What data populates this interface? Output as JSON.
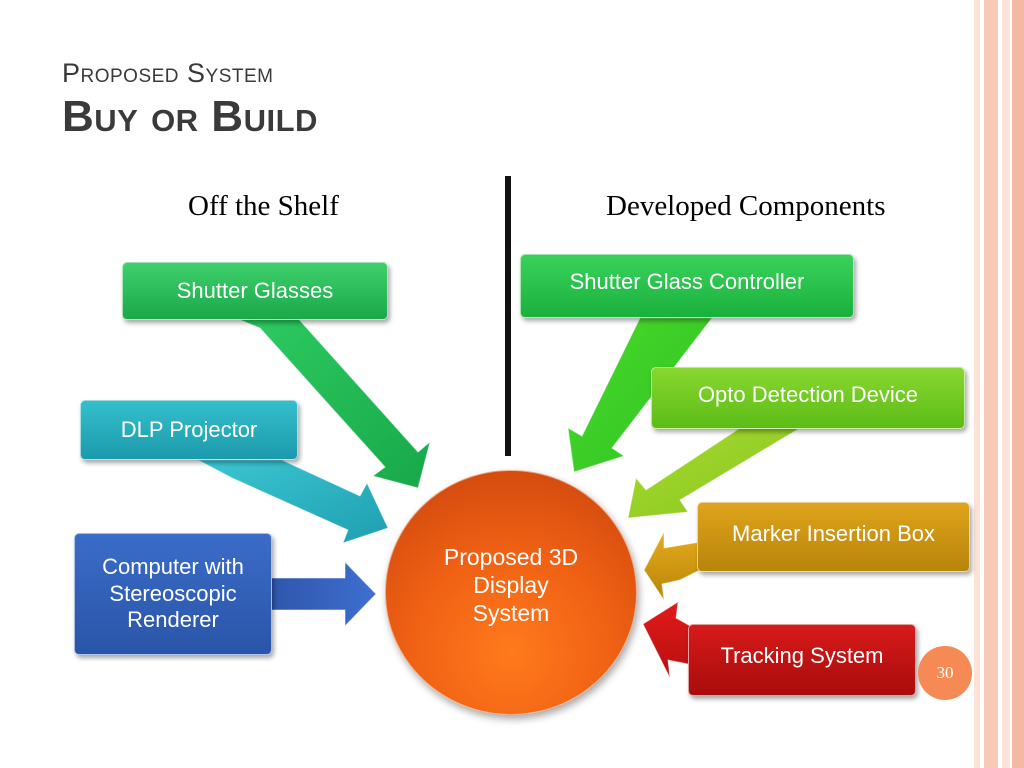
{
  "slide": {
    "subtitle": "Proposed System",
    "title": "Buy or Build",
    "page_number": "30"
  },
  "columns": {
    "left_heading": "Off the Shelf",
    "right_heading": "Developed Components"
  },
  "center_node": {
    "line1": "Proposed 3D",
    "line2": "Display",
    "line3": "System"
  },
  "off_the_shelf": [
    {
      "label": "Shutter Glasses",
      "color": "#1db04f"
    },
    {
      "label": "DLP Projector",
      "color": "#20a6b8"
    },
    {
      "label_line1": "Computer with",
      "label_line2": "Stereoscopic",
      "label_line3": "Renderer",
      "color": "#2f5fb5"
    }
  ],
  "developed_components": [
    {
      "label": "Shutter Glass Controller",
      "color": "#1fbd45"
    },
    {
      "label": "Opto Detection Device",
      "color": "#6cc21c"
    },
    {
      "label": "Marker Insertion Box",
      "color": "#c8900c"
    },
    {
      "label": "Tracking System",
      "color": "#c41414"
    }
  ],
  "theme": {
    "stripe_colors": [
      "#f7c9b6",
      "#fbe3d8",
      "#f4b9a2"
    ],
    "center_color": "#f06114",
    "accent": "#f58a55"
  }
}
